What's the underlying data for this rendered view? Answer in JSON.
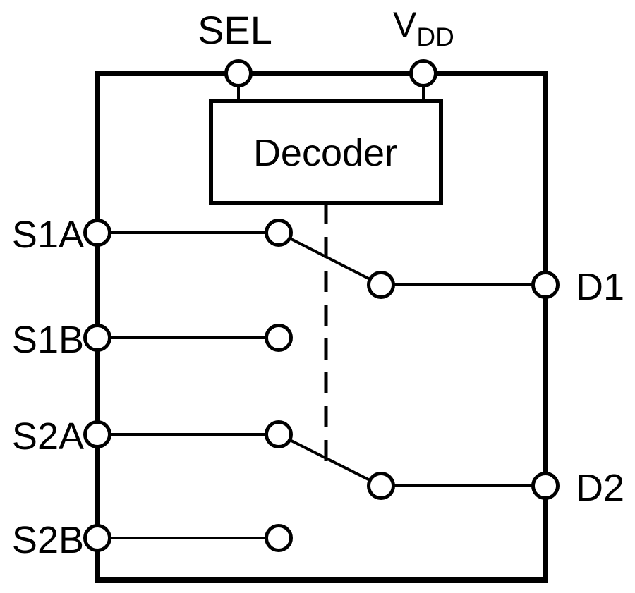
{
  "diagram": {
    "type_hint": "dual-2to1-analog-switch",
    "blocks": {
      "decoder": {
        "label": "Decoder"
      }
    },
    "pins": {
      "sel": {
        "label": "SEL"
      },
      "vdd": {
        "base": "V",
        "subscript": "DD"
      },
      "s1a": {
        "label": "S1A"
      },
      "s1b": {
        "label": "S1B"
      },
      "s2a": {
        "label": "S2A"
      },
      "s2b": {
        "label": "S2B"
      },
      "d1": {
        "label": "D1"
      },
      "d2": {
        "label": "D2"
      }
    },
    "colors": {
      "line": "#000000",
      "background": "#ffffff"
    }
  }
}
